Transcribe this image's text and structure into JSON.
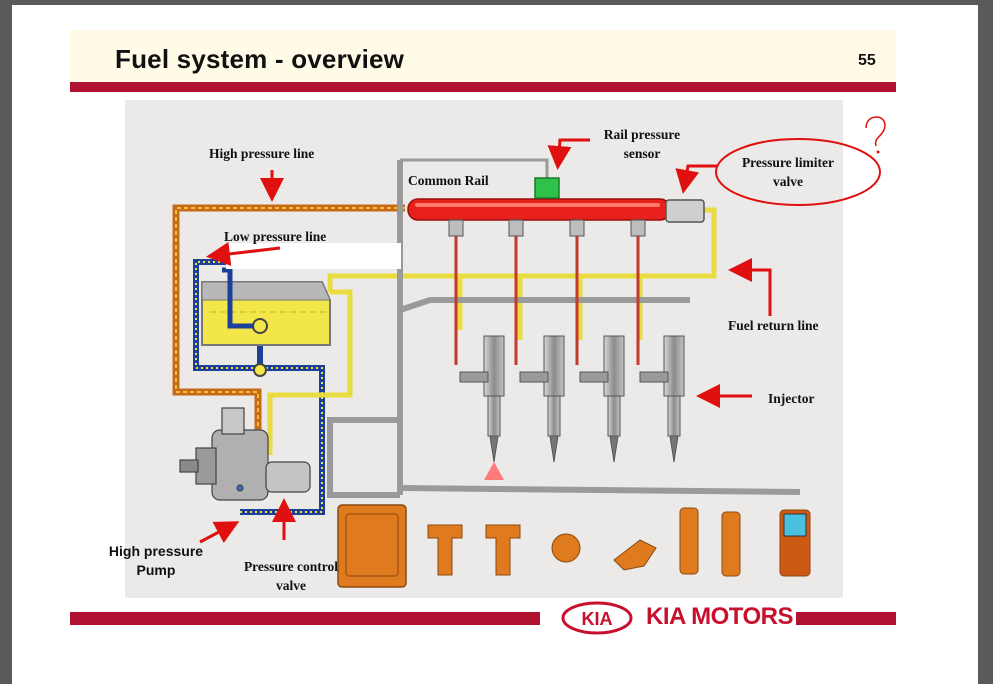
{
  "slide": {
    "title": "Fuel system - overview",
    "page_number": "55"
  },
  "labels": {
    "high_pressure_line": "High pressure line",
    "common_rail": "Common Rail",
    "rail_pressure_sensor": [
      "Rail pressure",
      "sensor"
    ],
    "pressure_limiter_valve": [
      "Pressure limiter",
      "valve"
    ],
    "low_pressure_line": "Low pressure line",
    "fuel_return_line": "Fuel return line",
    "injector": "Injector",
    "high_pressure_pump": [
      "High pressure",
      "Pump"
    ],
    "pressure_control_valve": [
      "Pressure control",
      "valve"
    ]
  },
  "footer": {
    "logo_text": "KIA",
    "brand": "KIA MOTORS"
  },
  "colors": {
    "accent_red": "#b01230",
    "kia_red": "#c8102e",
    "rail_red": "#e8201c",
    "fuel_yellow": "#f2e64a",
    "low_pressure_blue": "#1c3f9a",
    "ecu_orange": "#e07a1e"
  },
  "icons": [
    "annotation-arrow-icon",
    "question-mark-icon",
    "kia-oval-logo-icon"
  ]
}
